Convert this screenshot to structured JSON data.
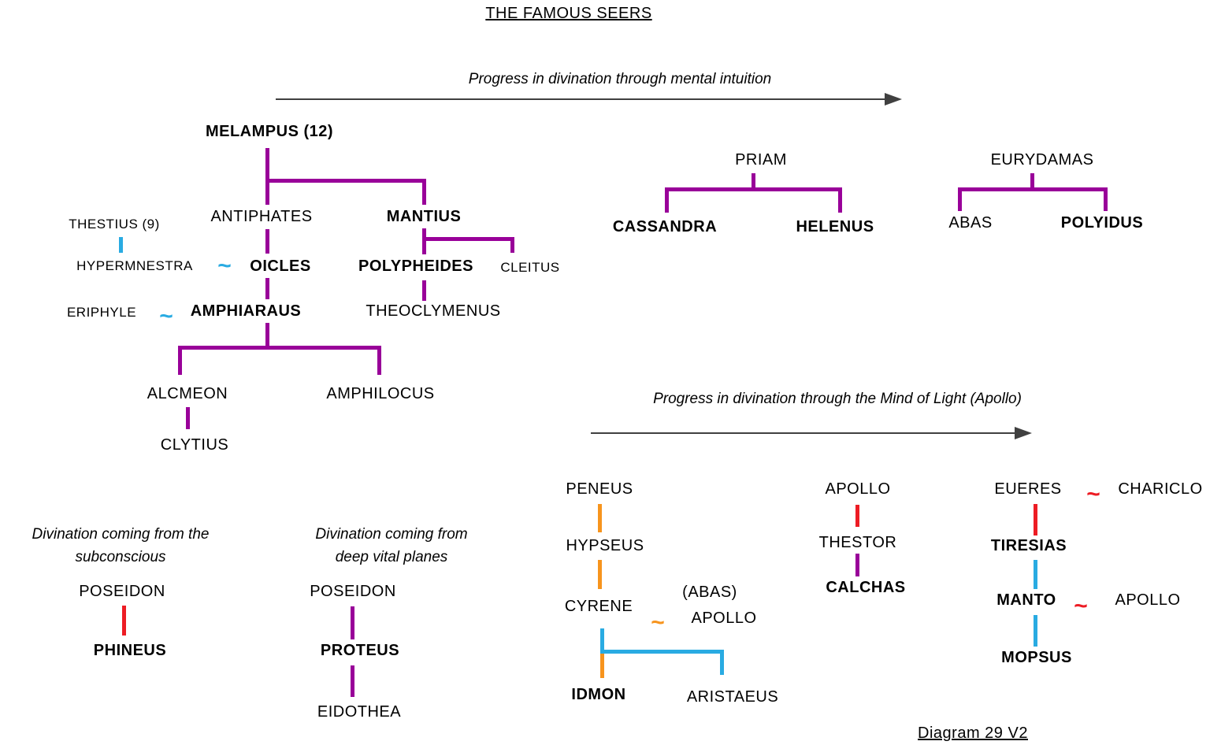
{
  "title": "THE FAMOUS SEERS",
  "footer": "Diagram 29 V2",
  "union_symbol": "~",
  "arrows": [
    {
      "label": "Progress in divination through mental intuition"
    },
    {
      "label": "Progress in divination through the Mind of Light (Apollo)"
    }
  ],
  "captions": {
    "subconscious": "Divination coming from the\nsubconscious",
    "vital": "Divination coming from\ndeep vital planes"
  },
  "colors": {
    "purple": "#990099",
    "cyan": "#29ABE2",
    "red": "#ED1C24",
    "orange": "#F7941D",
    "arrow": "#404040"
  },
  "nodes": {
    "melampus": "MELAMPUS (12)",
    "antiphates": "ANTIPHATES",
    "mantius": "MANTIUS",
    "thestius": "THESTIUS (9)",
    "hypermnestra": "HYPERMNESTRA",
    "oicles": "OICLES",
    "eriphyle": "ERIPHYLE",
    "amphiaraus": "AMPHIARAUS",
    "polypheides": "POLYPHEIDES",
    "cleitus": "CLEITUS",
    "theoclymenus": "THEOCLYMENUS",
    "alcmeon": "ALCMEON",
    "amphilocus": "AMPHILOCUS",
    "clytius": "CLYTIUS",
    "priam": "PRIAM",
    "cassandra": "CASSANDRA",
    "helenus": "HELENUS",
    "eurydamas": "EURYDAMAS",
    "abas": "ABAS",
    "polyidus": "POLYIDUS",
    "poseidon1": "POSEIDON",
    "phineus": "PHINEUS",
    "poseidon2": "POSEIDON",
    "proteus": "PROTEUS",
    "eidothea": "EIDOTHEA",
    "peneus": "PENEUS",
    "hypseus": "HYPSEUS",
    "cyrene": "CYRENE",
    "abas_paren": "(ABAS)",
    "apollo_cyrene": "APOLLO",
    "idmon": "IDMON",
    "aristaeus": "ARISTAEUS",
    "apollo_top": "APOLLO",
    "thestor": "THESTOR",
    "calchas": "CALCHAS",
    "eueres": "EUERES",
    "chariclo": "CHARICLO",
    "tiresias": "TIRESIAS",
    "manto": "MANTO",
    "apollo_manto": "APOLLO",
    "mopsus": "MOPSUS"
  }
}
